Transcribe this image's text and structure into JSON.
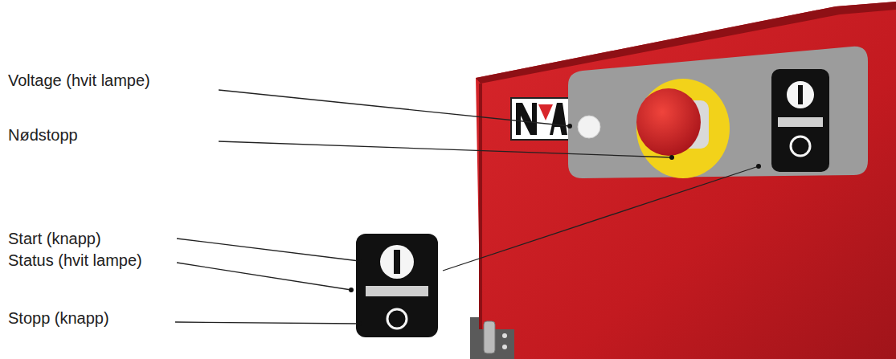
{
  "diagram": {
    "labels": [
      "Voltage (hvit lampe)",
      "Nødstopp",
      "Start (knapp)",
      "Status (hvit lampe)",
      "Stopp (knapp)"
    ]
  }
}
